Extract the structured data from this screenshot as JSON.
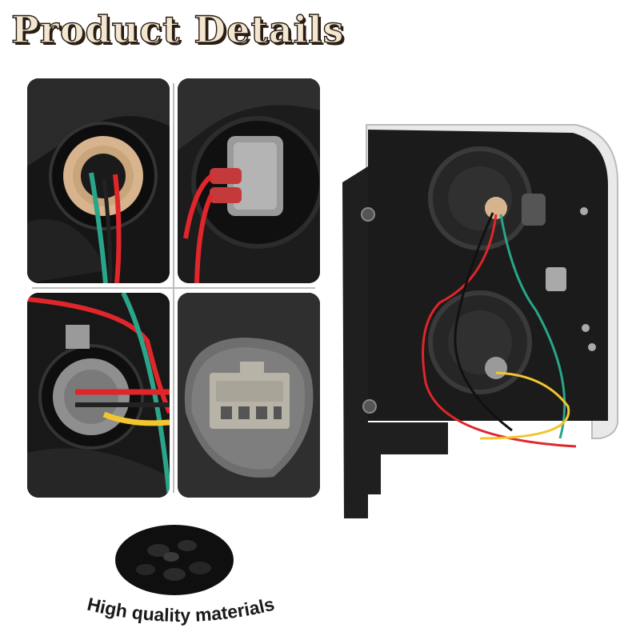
{
  "header": {
    "title": "Product Details"
  },
  "caption": {
    "text": "High quality materials"
  },
  "colors": {
    "wire_red": "#e0262b",
    "wire_teal": "#2aa58a",
    "wire_yellow": "#f2c531",
    "housing": "#1b1b1b",
    "socket_beige": "#d7b48d",
    "socket_grey": "#9a9a9a"
  },
  "icons": [
    "bulb-socket-photo",
    "wire-connector-photo",
    "foam-plug-photo",
    "tail-light-back",
    "plastic-pellets"
  ]
}
